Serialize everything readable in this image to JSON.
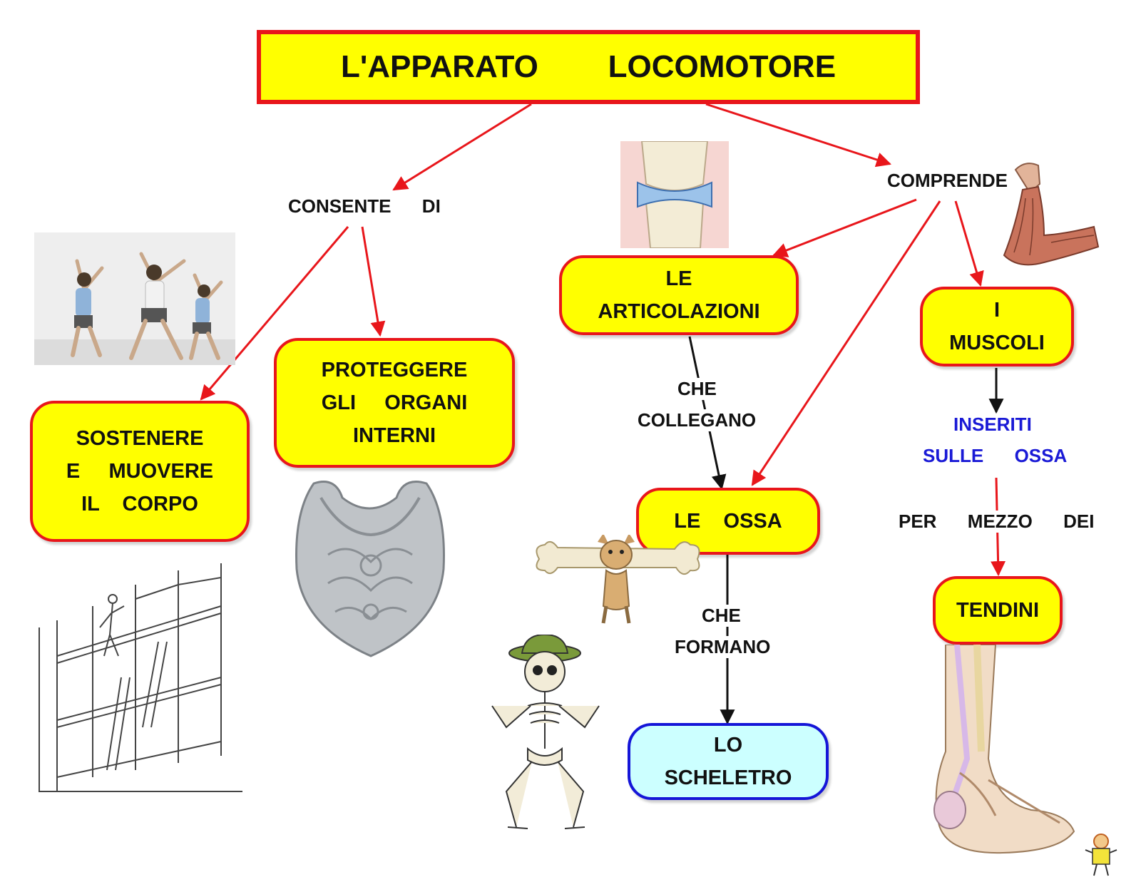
{
  "title": "L'APPARATO        LOCOMOTORE",
  "labels": {
    "consente_di": "CONSENTE      DI",
    "comprende": "COMPRENDE",
    "che": "CHE",
    "collegano": "COLLEGANO",
    "inseriti": "INSERITI",
    "sulle_ossa": "SULLE      OSSA",
    "per_mezzo_dei": "PER      MEZZO      DEI",
    "che_2": "CHE",
    "formano": "FORMANO"
  },
  "nodes": {
    "sostenere": [
      "SOSTENERE",
      "E     MUOVERE",
      "IL    CORPO"
    ],
    "proteggere": [
      "PROTEGGERE",
      "GLI     ORGANI",
      "INTERNI"
    ],
    "articolazioni": [
      "LE",
      "ARTICOLAZIONI"
    ],
    "muscoli": [
      "I",
      "MUSCOLI"
    ],
    "ossa": [
      "LE    OSSA"
    ],
    "tendini": [
      "TENDINI"
    ],
    "scheletro": [
      "LO",
      "SCHELETRO"
    ]
  },
  "colors": {
    "box_fill": "#ffff00",
    "box_border": "#e8161b",
    "final_fill": "#ccffff",
    "final_border": "#1515d8",
    "arrow_red": "#e8161b",
    "arrow_black": "#111111",
    "blue_text": "#1a1ad6"
  },
  "illustrations": [
    "stretching-women",
    "scaffolding",
    "breastplate-armor",
    "knee-joint",
    "flexed-arm-muscle",
    "dog-with-bone",
    "dancing-skeleton",
    "foot-tendons",
    "mascot"
  ]
}
